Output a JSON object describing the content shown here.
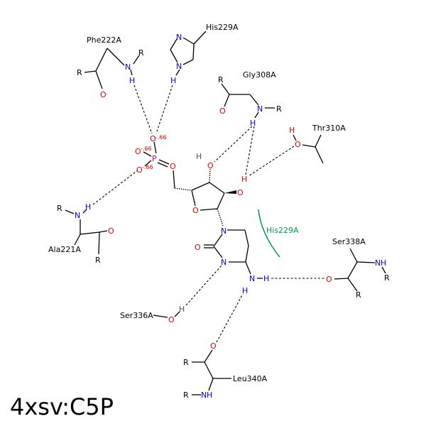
{
  "title": "4xsv:C5P",
  "residues": {
    "phe222": "Phe222A",
    "his229_top": "His229A",
    "gly308": "Gly308A",
    "thr310": "Thr310A",
    "ala221": "Ala221A",
    "ser336": "Ser336A",
    "ser338": "Ser338A",
    "leu340": "Leu340A",
    "his229_hydrophobic": "His229A"
  },
  "atoms": {
    "O": "O",
    "N": "N",
    "H": "H",
    "P": "P",
    "R": "R"
  },
  "charge": "-.66",
  "colors": {
    "oxygen": "#e00000",
    "nitrogen": "#0000e0",
    "phosphorus": "#e000a0",
    "hydrophobic": "#009a50"
  }
}
